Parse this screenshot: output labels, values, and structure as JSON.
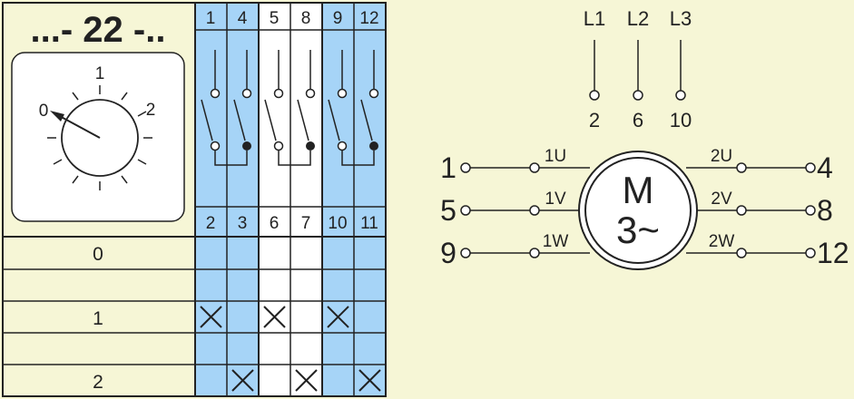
{
  "switch_code": "...- 22 -..",
  "dial": {
    "pos0": "0",
    "pos1": "1",
    "pos2": "2"
  },
  "contacts": {
    "top": [
      "1",
      "4",
      "5",
      "8",
      "9",
      "12"
    ],
    "bottom": [
      "2",
      "3",
      "6",
      "7",
      "10",
      "11"
    ]
  },
  "positions": [
    "0",
    "1",
    "2"
  ],
  "motor": {
    "symbol": "M",
    "phase": "3~",
    "supply": [
      "L1",
      "L2",
      "L3"
    ],
    "supply_terminals": [
      "2",
      "6",
      "10"
    ],
    "left_terminals": [
      "1",
      "5",
      "9"
    ],
    "right_terminals": [
      "4",
      "8",
      "12"
    ],
    "left_windings": [
      "1U",
      "1V",
      "1W"
    ],
    "right_windings": [
      "2U",
      "2V",
      "2W"
    ]
  },
  "colors": {
    "background": "#f6f6d6",
    "column_blue": "#a6d4f7",
    "line": "#222222",
    "cell_white": "#ffffff"
  }
}
